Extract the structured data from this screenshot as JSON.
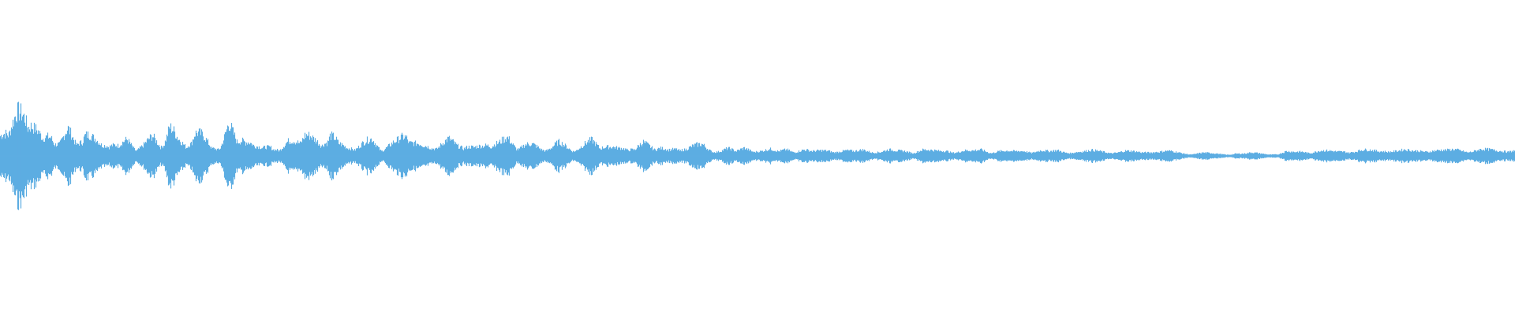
{
  "waveform": {
    "color": "#5DADE2",
    "background": "#ffffff",
    "samples": [
      0.62,
      0.38,
      0.78,
      0.95,
      0.55,
      0.3,
      0.42,
      0.25,
      0.48,
      0.22,
      0.5,
      0.32,
      0.2,
      0.28,
      0.18,
      0.3,
      0.15,
      0.22,
      0.35,
      0.2,
      0.6,
      0.3,
      0.18,
      0.52,
      0.35,
      0.15,
      0.2,
      0.58,
      0.25,
      0.42,
      0.18,
      0.14,
      0.22,
      0.1,
      0.25,
      0.32,
      0.45,
      0.3,
      0.2,
      0.5,
      0.22,
      0.15,
      0.18,
      0.25,
      0.3,
      0.14,
      0.2,
      0.28,
      0.45,
      0.26,
      0.18,
      0.16,
      0.24,
      0.3,
      0.2,
      0.22,
      0.15,
      0.18,
      0.28,
      0.25,
      0.32,
      0.18,
      0.22,
      0.2,
      0.14,
      0.16,
      0.24,
      0.18,
      0.12,
      0.2,
      0.3,
      0.22,
      0.16,
      0.14,
      0.18,
      0.12,
      0.24,
      0.2,
      0.16,
      0.1,
      0.14,
      0.12,
      0.18,
      0.22,
      0.12,
      0.1,
      0.14,
      0.08,
      0.16,
      0.12,
      0.1,
      0.12,
      0.08,
      0.14,
      0.1,
      0.12,
      0.08,
      0.1,
      0.12,
      0.09,
      0.1,
      0.08,
      0.12,
      0.1,
      0.08,
      0.11,
      0.09,
      0.1,
      0.08,
      0.12,
      0.1,
      0.09,
      0.11,
      0.08,
      0.1,
      0.09,
      0.12,
      0.08,
      0.1,
      0.09,
      0.08,
      0.1,
      0.09,
      0.11,
      0.08,
      0.1,
      0.07,
      0.09,
      0.08,
      0.1,
      0.09,
      0.08,
      0.07,
      0.09,
      0.08,
      0.07,
      0.1,
      0.08,
      0.09,
      0.07,
      0.05,
      0.04,
      0.06,
      0.05,
      0.04,
      0.03,
      0.05,
      0.04,
      0.06,
      0.05,
      0.04,
      0.03,
      0.08,
      0.07,
      0.09,
      0.08,
      0.1,
      0.09,
      0.08,
      0.1,
      0.09,
      0.11,
      0.1,
      0.09,
      0.12,
      0.1,
      0.11,
      0.09,
      0.1,
      0.12,
      0.11,
      0.1,
      0.12,
      0.11,
      0.1,
      0.12,
      0.11,
      0.1,
      0.12,
      0.11
    ]
  }
}
